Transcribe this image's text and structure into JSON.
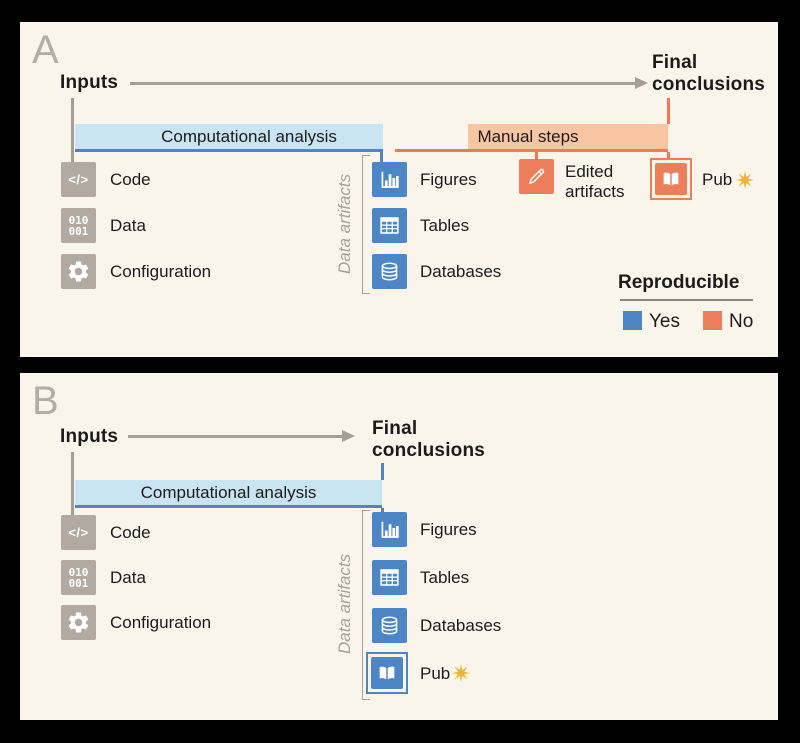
{
  "colors": {
    "frame_background": "#000000",
    "panel_background": "#f9f5ea",
    "reproducible_yes_blue": "#4d86c4",
    "computational_bar_fill": "#c9e5f3",
    "reproducible_no_orange": "#ed7e5b",
    "manual_bar_fill": "#f9c5a2",
    "input_icon_gray": "#b2a9a1",
    "arrow_gray": "#a69d94",
    "sparkle_gold": "#edb23a"
  },
  "glyphs": {
    "code": "</>",
    "bin1": "010",
    "bin2": "001"
  },
  "panel_a": {
    "letter": "A",
    "inputs_label": "Inputs",
    "final_line1": "Final",
    "final_line2": "conclusions",
    "computational_bar": "Computational analysis",
    "manual_bar": "Manual steps",
    "input_items": [
      {
        "icon": "code-icon",
        "label": "Code"
      },
      {
        "icon": "binary-data-icon",
        "label": "Data"
      },
      {
        "icon": "gear-icon",
        "label": "Configuration"
      }
    ],
    "data_artifacts_label": "Data artifacts",
    "artifact_items": [
      {
        "icon": "bar-chart-icon",
        "label": "Figures"
      },
      {
        "icon": "table-icon",
        "label": "Tables"
      },
      {
        "icon": "database-icon",
        "label": "Databases"
      }
    ],
    "edited_line1": "Edited",
    "edited_line2": "artifacts",
    "pub_label": "Pub",
    "legend": {
      "title": "Reproducible",
      "items": [
        {
          "color": "#4d86c4",
          "label": "Yes"
        },
        {
          "color": "#ed7e5b",
          "label": "No"
        }
      ]
    }
  },
  "panel_b": {
    "letter": "B",
    "inputs_label": "Inputs",
    "final_line1": "Final",
    "final_line2": "conclusions",
    "computational_bar": "Computational analysis",
    "input_items": [
      {
        "icon": "code-icon",
        "label": "Code"
      },
      {
        "icon": "binary-data-icon",
        "label": "Data"
      },
      {
        "icon": "gear-icon",
        "label": "Configuration"
      }
    ],
    "data_artifacts_label": "Data artifacts",
    "artifact_items": [
      {
        "icon": "bar-chart-icon",
        "label": "Figures"
      },
      {
        "icon": "table-icon",
        "label": "Tables"
      },
      {
        "icon": "database-icon",
        "label": "Databases"
      }
    ],
    "pub_label": "Pub"
  }
}
